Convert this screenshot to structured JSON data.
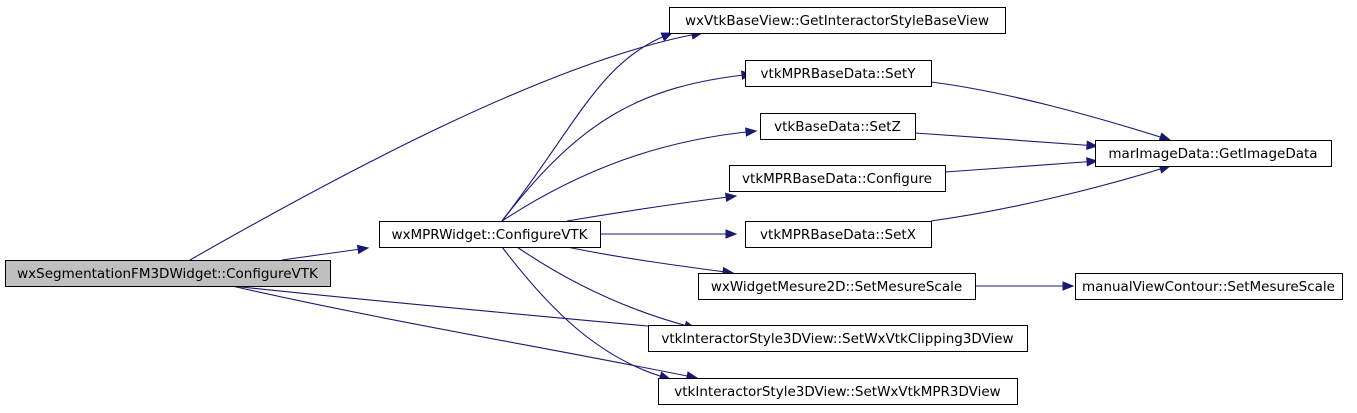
{
  "diagram": {
    "type": "call-graph",
    "colors": {
      "edge": "#191970",
      "root_fill": "#bfbfbf",
      "node_fill": "#ffffff",
      "node_border": "#000000"
    },
    "nodes": [
      {
        "id": "root",
        "label": "wxSegmentationFM3DWidget::ConfigureVTK",
        "root": true
      },
      {
        "id": "mprwidget",
        "label": "wxMPRWidget::ConfigureVTK"
      },
      {
        "id": "getstyle",
        "label": "wxVtkBaseView::GetInteractorStyleBaseView"
      },
      {
        "id": "sety",
        "label": "vtkMPRBaseData::SetY"
      },
      {
        "id": "setz",
        "label": "vtkBaseData::SetZ"
      },
      {
        "id": "configure",
        "label": "vtkMPRBaseData::Configure"
      },
      {
        "id": "setx",
        "label": "vtkMPRBaseData::SetX"
      },
      {
        "id": "setmesure2d",
        "label": "wxWidgetMesure2D::SetMesureScale"
      },
      {
        "id": "clipping",
        "label": "vtkInteractorStyle3DView::SetWxVtkClipping3DView"
      },
      {
        "id": "mpr3d",
        "label": "vtkInteractorStyle3DView::SetWxVtkMPR3DView"
      },
      {
        "id": "getimage",
        "label": "marImageData::GetImageData"
      },
      {
        "id": "manualcontour",
        "label": "manualViewContour::SetMesureScale"
      }
    ],
    "edges": [
      {
        "from": "root",
        "to": "getstyle"
      },
      {
        "from": "root",
        "to": "mprwidget"
      },
      {
        "from": "root",
        "to": "clipping"
      },
      {
        "from": "root",
        "to": "mpr3d"
      },
      {
        "from": "mprwidget",
        "to": "getstyle"
      },
      {
        "from": "mprwidget",
        "to": "sety"
      },
      {
        "from": "mprwidget",
        "to": "setz"
      },
      {
        "from": "mprwidget",
        "to": "configure"
      },
      {
        "from": "mprwidget",
        "to": "setx"
      },
      {
        "from": "mprwidget",
        "to": "setmesure2d"
      },
      {
        "from": "mprwidget",
        "to": "clipping"
      },
      {
        "from": "mprwidget",
        "to": "mpr3d"
      },
      {
        "from": "sety",
        "to": "getimage"
      },
      {
        "from": "setz",
        "to": "getimage"
      },
      {
        "from": "configure",
        "to": "getimage"
      },
      {
        "from": "setx",
        "to": "getimage"
      },
      {
        "from": "setmesure2d",
        "to": "manualcontour"
      }
    ]
  }
}
